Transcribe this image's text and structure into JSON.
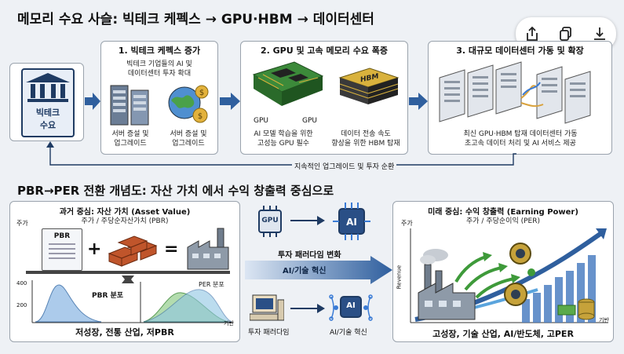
{
  "top": {
    "title": "메모리 수요 사슬: 빅테크 케펙스 → GPU·HBM → 데이터센터",
    "demand_label": "빅테크\n수요",
    "step1": {
      "header": "1. 빅테크 케펙스 증가",
      "desc": "빅테크 기업들의 AI 및\n데이터센터 투자 확대",
      "item_left": "서버 증설 및\n업그레이드",
      "item_right": "서버 증설 및\n업그레이드"
    },
    "step2": {
      "header": "2. GPU 및 고속 메모리 수요 폭증",
      "gpu_label_a": "GPU",
      "gpu_label_b": "GPU",
      "hbm_label": "HBM",
      "desc_left": "AI 모델 학습을 위한\n고성능 GPU 필수",
      "desc_right": "데이터 전송 속도\n향상을 위한 HBM 탑재"
    },
    "step3": {
      "header": "3. 대규모 데이터센터 가동 및 확장",
      "desc": "최신 GPU·HBM 탑재 데이터센터 가동\n초고속 데이터 처리 및 AI 서비스 제공"
    },
    "loop_label": "지속적인 업그레이드 및 투자 순환"
  },
  "bottom": {
    "title": "PBR→PER 전환 개념도: 자산 가치 에서 수익 창출력 중심으로",
    "past": {
      "title": "과거 중심: 자산 가치 (Asset Value)",
      "subtitle": "주가 / 주당순자산가치 (PBR)",
      "y_label": "주가",
      "pbr_doc": "PBR",
      "plus": "+",
      "equals": "=",
      "dist_a": "PBR 분포",
      "dist_b": "PER 분포",
      "y_ticks": [
        "400",
        "200"
      ],
      "x_label": "기반",
      "footer": "저성장, 전통 산업, 저PBR"
    },
    "middle": {
      "gpu_chip": "GPU",
      "ai_chip_top": "AI",
      "shift_label": "투자 패러다임 변화",
      "arrow_label": "AI/기술 혁신",
      "label_left": "투자 패러다임",
      "label_right": "AI/기술 혁신",
      "ai_chip_bottom": "AI"
    },
    "future": {
      "title": "미래 중심: 수익 창출력 (Earning Power)",
      "subtitle": "주가 / 주당순이익 (PER)",
      "y_label": "주가",
      "y_axis": "Revenue",
      "x_label": "기반",
      "footer": "고성장, 기술 산업, AI/반도체, 고PER"
    }
  },
  "toolbar": {
    "share": "share-icon",
    "copy": "copy-icon",
    "download": "download-icon"
  },
  "colors": {
    "navy": "#1f3b63",
    "blue_arrow": "#2f5f9e",
    "green": "#3e9a3a",
    "brick": "#c0552b"
  }
}
